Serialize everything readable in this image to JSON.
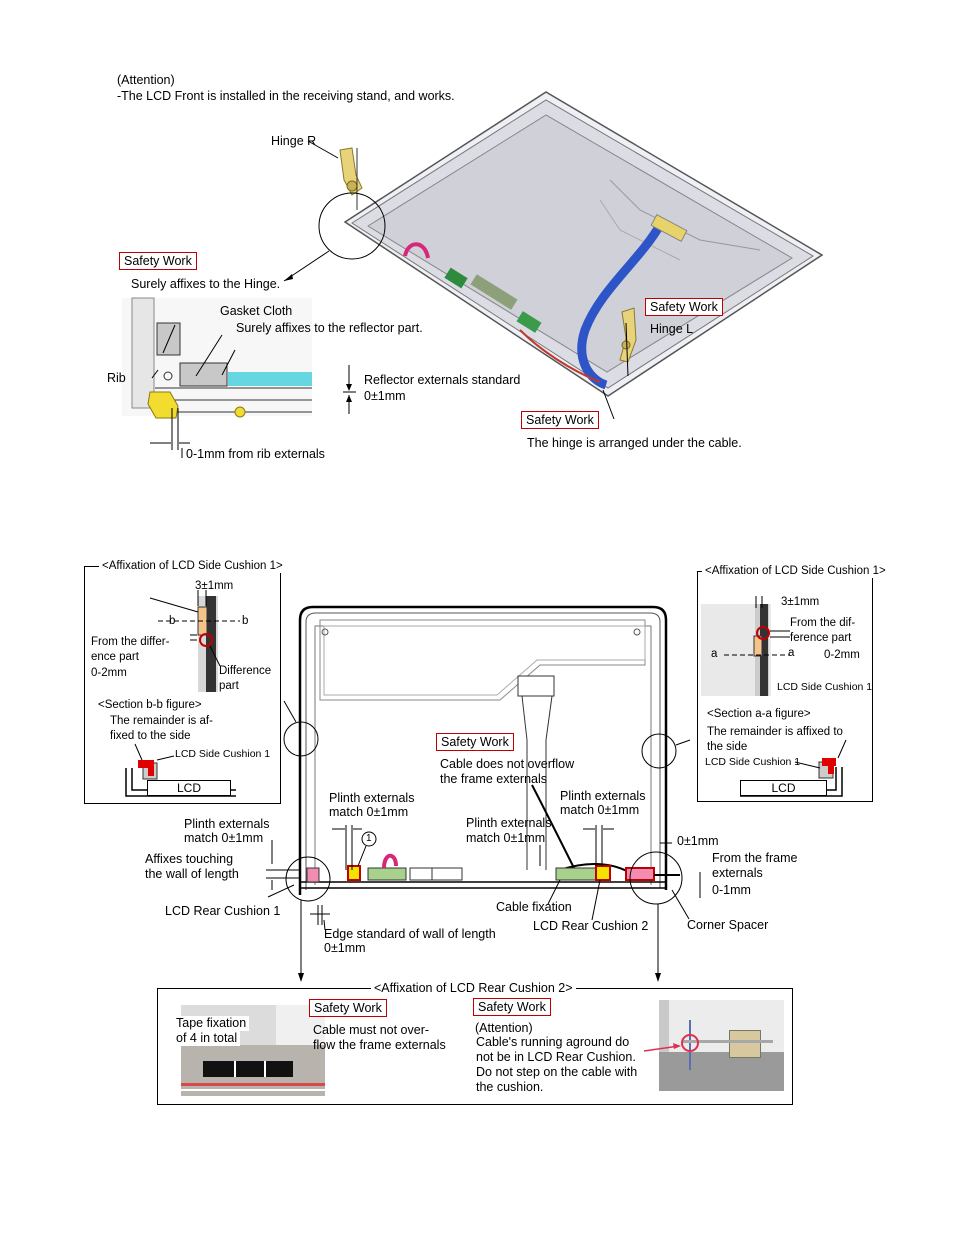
{
  "top": {
    "attention_title": "(Attention)",
    "attention_line": "-The LCD Front is installed in the receiving stand, and works.",
    "hinge_r": "Hinge R",
    "hinge_l": "Hinge L",
    "safety_1": "Safety Work",
    "safety_1_note": "Surely affixes to the Hinge.",
    "gasket_cloth": "Gasket Cloth",
    "gasket_note": "Surely affixes to the reflector part.",
    "rib": "Rib",
    "reflector_std": "Reflector externals standard",
    "reflector_tol": "0±1mm",
    "rib_externals": "0-1mm from rib externals",
    "safety_2": "Safety Work",
    "safety_3": "Safety Work",
    "hinge_cable_note": "The hinge is arranged under the cable."
  },
  "left_panel": {
    "title": "<Affixation of LCD Side Cushion 1>",
    "dim": "3±1mm",
    "b_left": "b",
    "b_right": "b",
    "diff_line1": "From the differ-",
    "diff_line2": "ence part",
    "diff_line3": "0-2mm",
    "difference_1": "Difference",
    "difference_2": "part",
    "section": "<Section b-b figure>",
    "remainder_1": "The remainder is af-",
    "remainder_2": "fixed to the side",
    "cushion": "LCD Side Cushion 1",
    "lcd": "LCD"
  },
  "right_panel": {
    "title": "<Affixation of LCD Side Cushion 1>",
    "dim": "3±1mm",
    "diff_1": "From the dif-",
    "diff_2": "ference part",
    "diff_3": "0-2mm",
    "a_left": "a",
    "a_right": "a",
    "cushion_label": "LCD Side Cushion 1",
    "section": "<Section a-a figure>",
    "remainder_1": "The remainder is affixed to",
    "remainder_2": "the side",
    "cushion": "LCD Side Cushion 1",
    "lcd": "LCD"
  },
  "middle": {
    "safety": "Safety Work",
    "cable_note_1": "Cable does not overflow",
    "cable_note_2": "the frame externals",
    "plinth_1a": "Plinth externals",
    "plinth_1b": "match  0±1mm",
    "plinth_2a": "Plinth externals",
    "plinth_2b": "match  0±1mm",
    "plinth_3a": "Plinth externals",
    "plinth_3b": "match  0±1mm",
    "plinth_4a": "Plinth externals",
    "plinth_4b": "match  0±1mm",
    "circle_num": "1",
    "frame_tol": "0±1mm",
    "from_frame_1": "From the frame",
    "from_frame_2": "externals",
    "from_frame_3": "0-1mm",
    "affixes_1": "Affixes touching",
    "affixes_2": "the wall of length",
    "rear_cushion_1": "LCD Rear Cushion 1",
    "cable_fixation": "Cable fixation",
    "rear_cushion_2": "LCD Rear Cushion 2",
    "corner_spacer": "Corner Spacer",
    "edge_1": "Edge standard of wall of length",
    "edge_2": "0±1mm"
  },
  "bottom_panel": {
    "title": "<Affixation of LCD Rear Cushion 2>",
    "tape_1": "Tape fixation",
    "tape_2": "of 4 in total",
    "safety_a": "Safety Work",
    "cable_1": "Cable must not over-",
    "cable_2": "flow the frame externals",
    "safety_b": "Safety Work",
    "attention": "(Attention)",
    "att_1": "Cable's running aground do",
    "att_2": "not be in LCD Rear Cushion.",
    "att_3": "Do not step on the cable with",
    "att_4": "the cushion."
  }
}
